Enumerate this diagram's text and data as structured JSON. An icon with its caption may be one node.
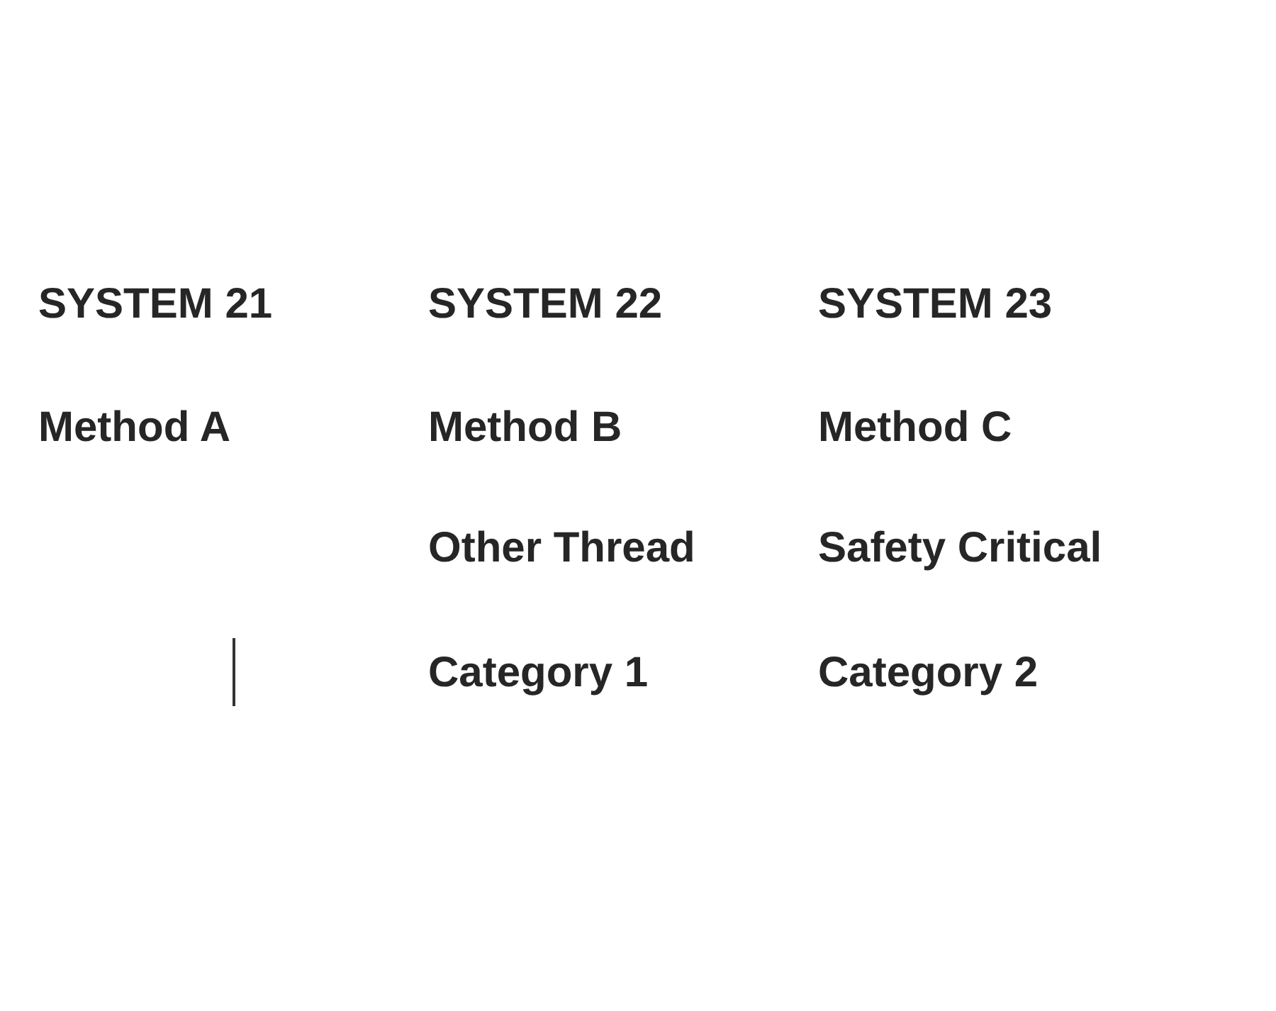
{
  "diagram": {
    "labels": [
      "SYSTEM 21",
      "SYSTEM 22",
      "SYSTEM 23",
      "Method A",
      "Method B",
      "Method C",
      "Other Thread",
      "Safety Critical",
      "Category 1",
      "Category 2"
    ]
  }
}
